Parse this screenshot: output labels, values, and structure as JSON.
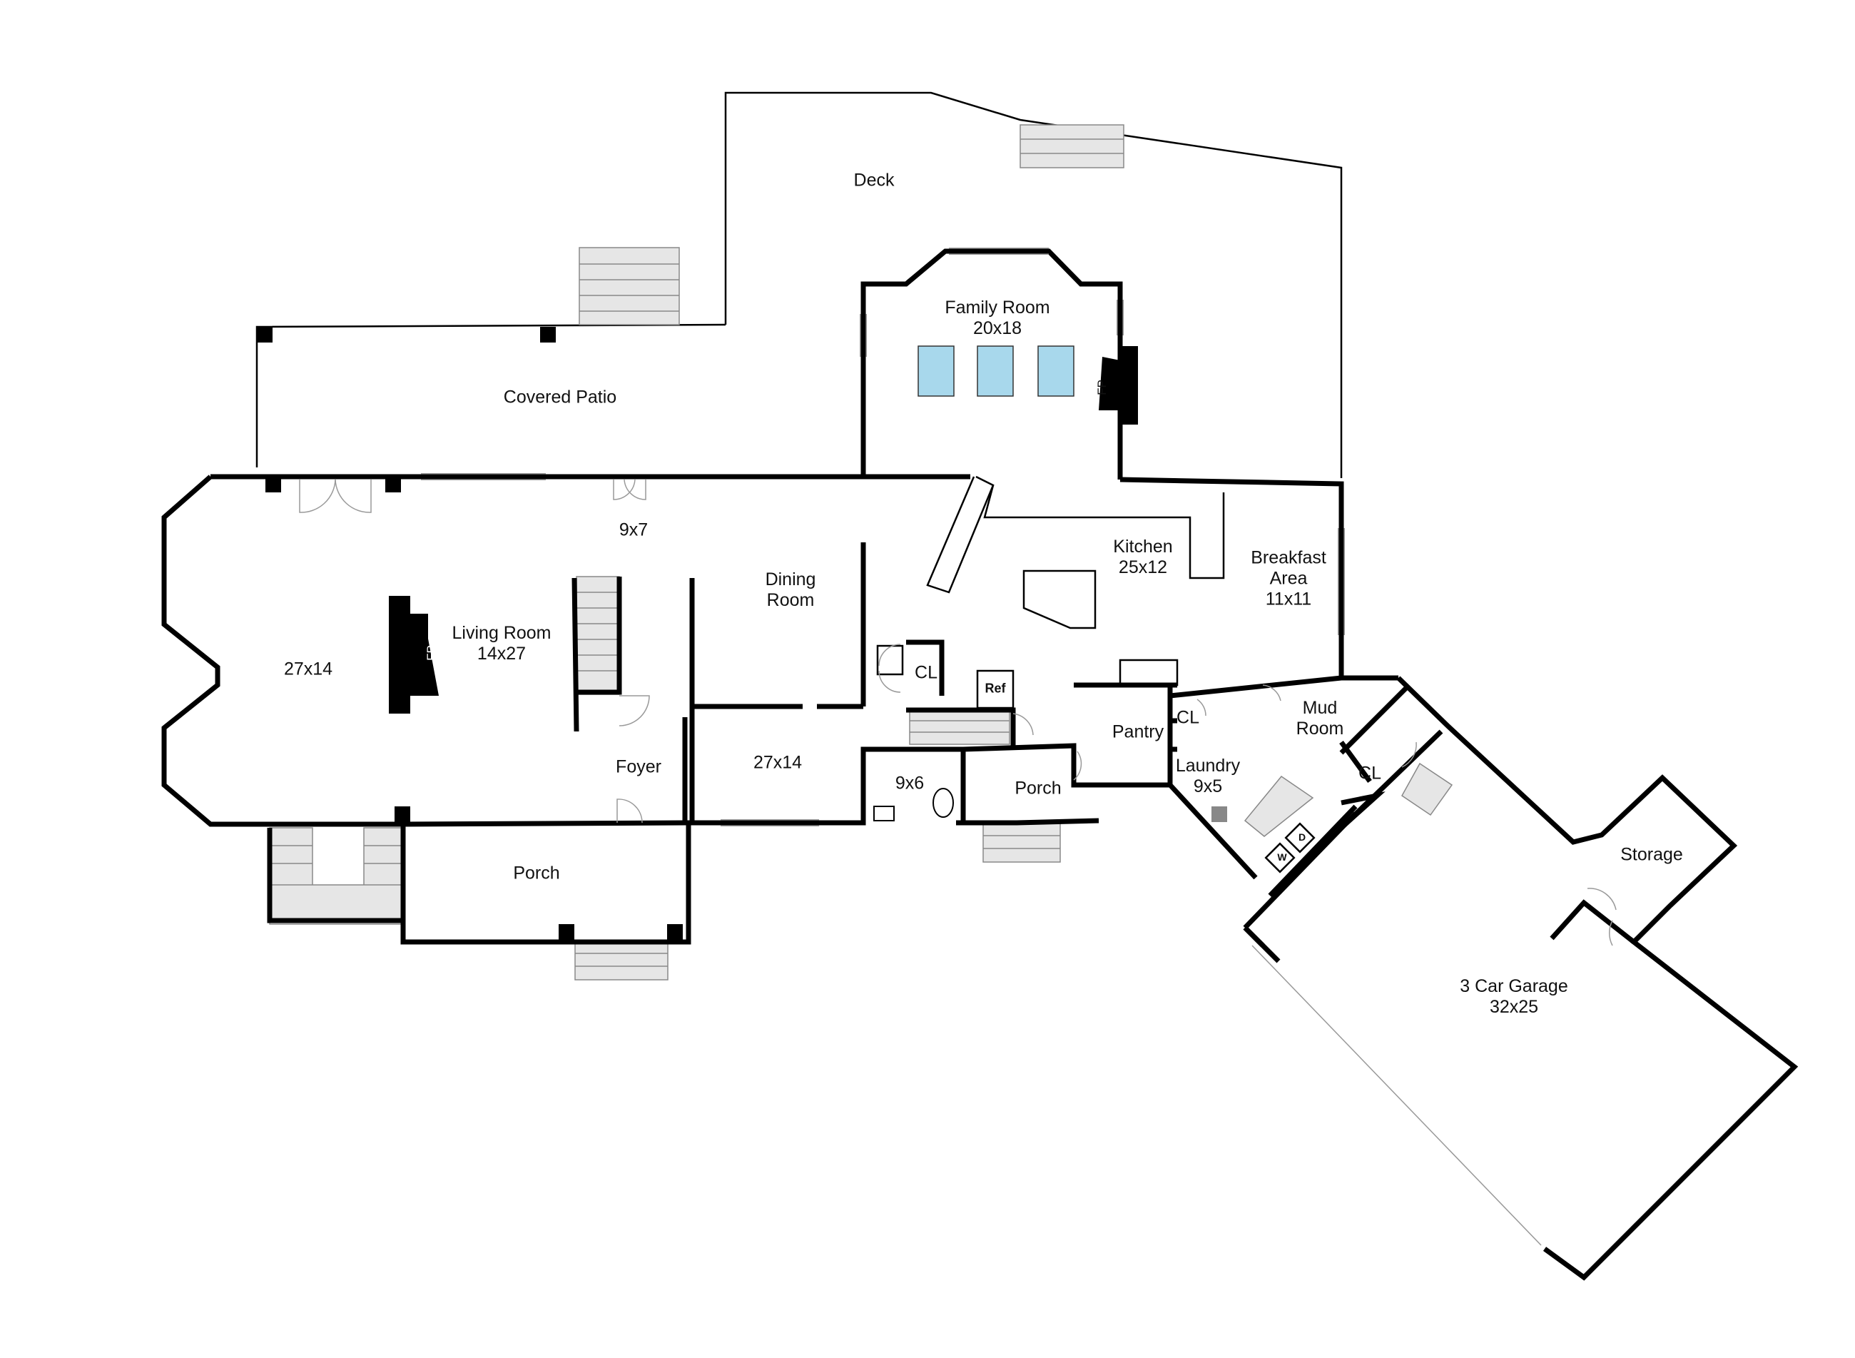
{
  "rooms": {
    "deck": {
      "name": "Deck"
    },
    "covered_patio": {
      "name": "Covered Patio"
    },
    "family_room": {
      "name": "Family Room",
      "size": "20x18"
    },
    "kitchen": {
      "name": "Kitchen",
      "size": "25x12"
    },
    "breakfast_area": {
      "name": "Breakfast Area",
      "name_line1": "Breakfast",
      "name_line2": "Area",
      "size": "11x11"
    },
    "hall_9x7": {
      "size": "9x7"
    },
    "sunroom_27x14": {
      "size": "27x14"
    },
    "living_room": {
      "name": "Living Room",
      "size": "14x27"
    },
    "dining_room": {
      "name": "Dining Room",
      "name_line1": "Dining",
      "name_line2": "Room"
    },
    "foyer": {
      "name": "Foyer"
    },
    "dining_27x14": {
      "size": "27x14"
    },
    "closet_kitchen": {
      "name": "CL"
    },
    "bath": {
      "size": "9x6"
    },
    "rear_porch": {
      "name": "Porch"
    },
    "front_porch": {
      "name": "Porch"
    },
    "pantry": {
      "name": "Pantry"
    },
    "closet_laundry": {
      "name": "CL"
    },
    "laundry": {
      "name": "Laundry",
      "size": "9x5"
    },
    "mud_room": {
      "name": "Mud Room",
      "name_line1": "Mud",
      "name_line2": "Room"
    },
    "closet_mud": {
      "name": "CL"
    },
    "storage": {
      "name": "Storage"
    },
    "garage": {
      "name": "3 Car Garage",
      "size": "32x25"
    }
  },
  "fixtures": {
    "fireplace_living": "FP",
    "fireplace_family": "FP",
    "refrigerator": "Ref",
    "washer": "W",
    "dryer": "D"
  },
  "colors": {
    "wall": "#000000",
    "stairs": "#e6e6e6",
    "skylight": "#a8d8ec"
  }
}
